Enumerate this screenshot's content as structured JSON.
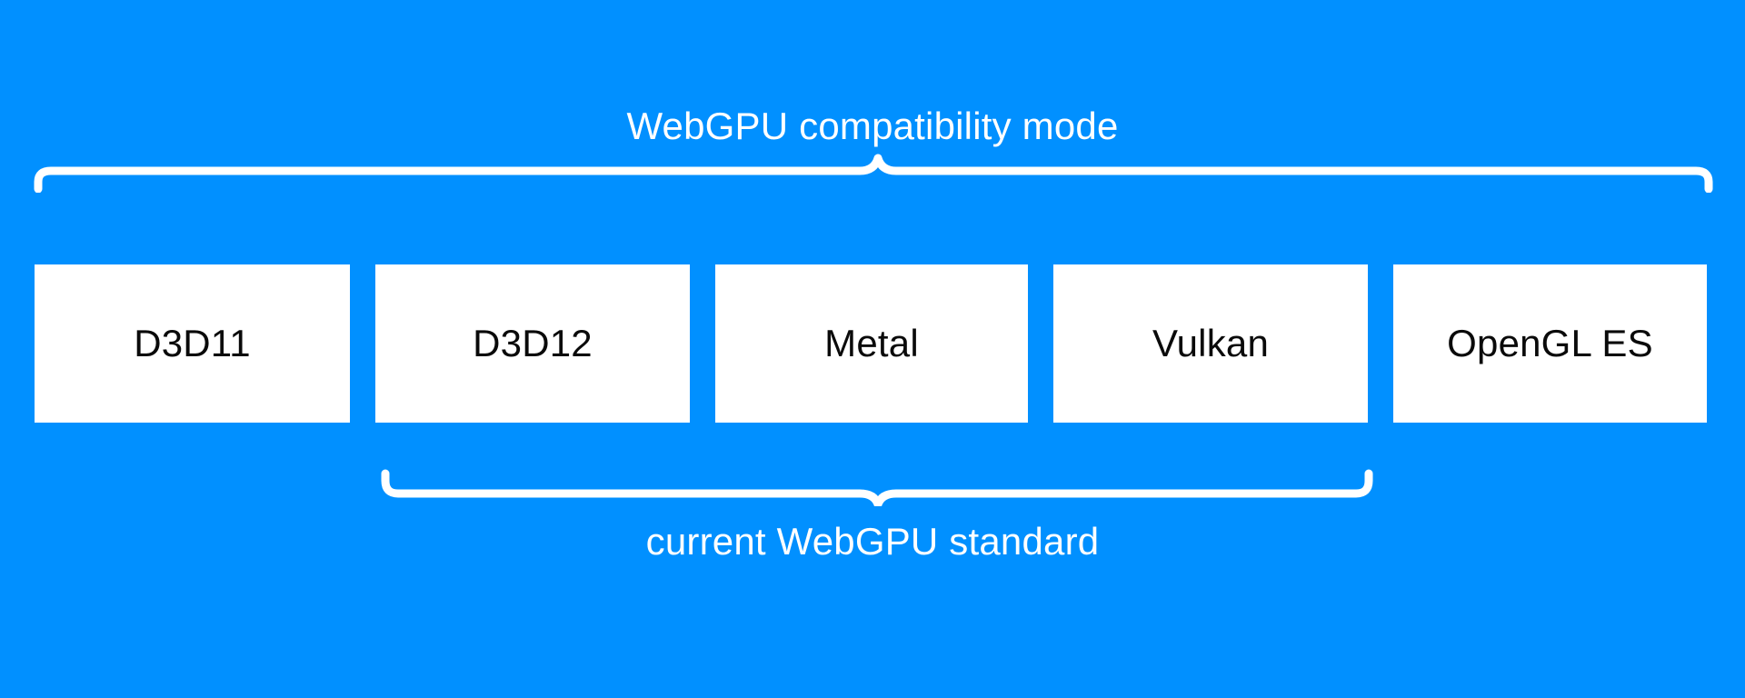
{
  "diagram": {
    "background_color": "#0190FF",
    "box_fill_color": "#FFFFFF",
    "box_text_color": "#0A0A0A",
    "label_text_color": "#FFFFFF",
    "brace_color": "#FFFFFF"
  },
  "top_group": {
    "label": "WebGPU compatibility mode",
    "brace_name": "top-curly-brace",
    "covers": [
      "D3D11",
      "D3D12",
      "Metal",
      "Vulkan",
      "OpenGL ES"
    ]
  },
  "bottom_group": {
    "label": "current WebGPU standard",
    "brace_name": "bottom-curly-brace",
    "covers": [
      "D3D12",
      "Metal",
      "Vulkan"
    ]
  },
  "boxes": [
    {
      "label": "D3D11"
    },
    {
      "label": "D3D12"
    },
    {
      "label": "Metal"
    },
    {
      "label": "Vulkan"
    },
    {
      "label": "OpenGL ES"
    }
  ]
}
